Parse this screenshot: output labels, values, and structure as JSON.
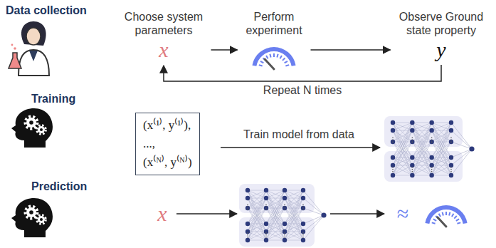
{
  "diagram": {
    "nodes": [
      {
        "text": [
          "Choose system parameters",
          "x"
        ]
      },
      {
        "text": [
          "Perform experiment"
        ]
      },
      {
        "text": [
          "Observe Ground state property",
          "y"
        ]
      },
      {
        "text": [
          "(x⁽¹⁾, y⁽¹⁾), ..., (x⁽ᴺ⁾, y⁽ᴺ⁾)"
        ]
      }
    ],
    "edges": [
      {
        "from": 0,
        "to": 1,
        "arrow": "to"
      },
      {
        "from": 1,
        "to": 2,
        "arrow": "to"
      },
      {
        "from": 2,
        "to": 0,
        "label": "Repeat N times",
        "arrow": "to"
      }
    ],
    "labels": [
      "Data collection",
      "Training",
      "Prediction",
      "Train model from data",
      "x",
      "≈"
    ]
  }
}
